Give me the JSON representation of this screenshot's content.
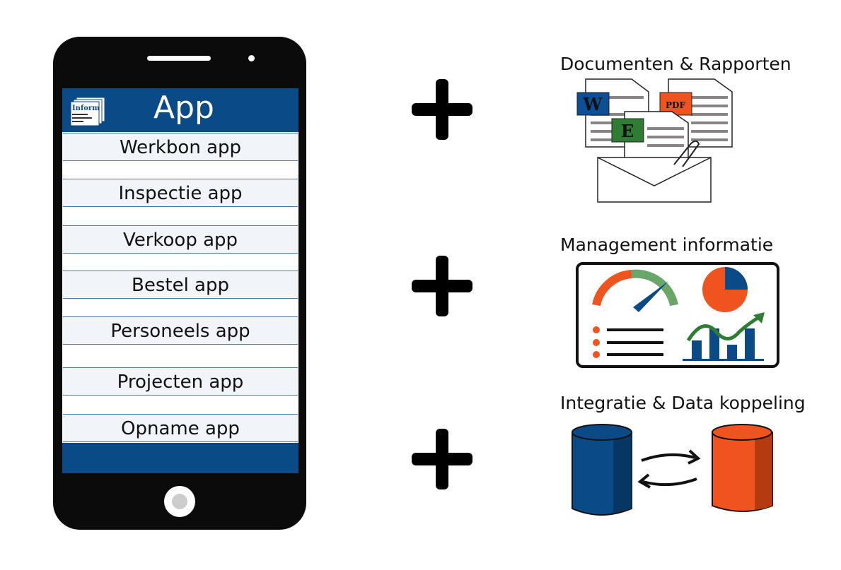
{
  "phone": {
    "header_title": "App",
    "logo_text": "Inform",
    "apps": [
      "Werkbon app",
      "Inspectie app",
      "Verkoop app",
      "Bestel app",
      "Personeels app",
      "Projecten app",
      "Opname app"
    ]
  },
  "features": [
    {
      "title": "Documenten & Rapporten",
      "icon": "documents-envelope-icon",
      "doc_labels": [
        "W",
        "PDF",
        "E"
      ]
    },
    {
      "title": "Management informatie",
      "icon": "dashboard-icon"
    },
    {
      "title": "Integratie & Data koppeling",
      "icon": "database-sync-icon"
    }
  ],
  "colors": {
    "brand_blue": "#0a4a86",
    "orange": "#f0541e",
    "green": "#2e7d32",
    "word_blue": "#0b4f96"
  }
}
